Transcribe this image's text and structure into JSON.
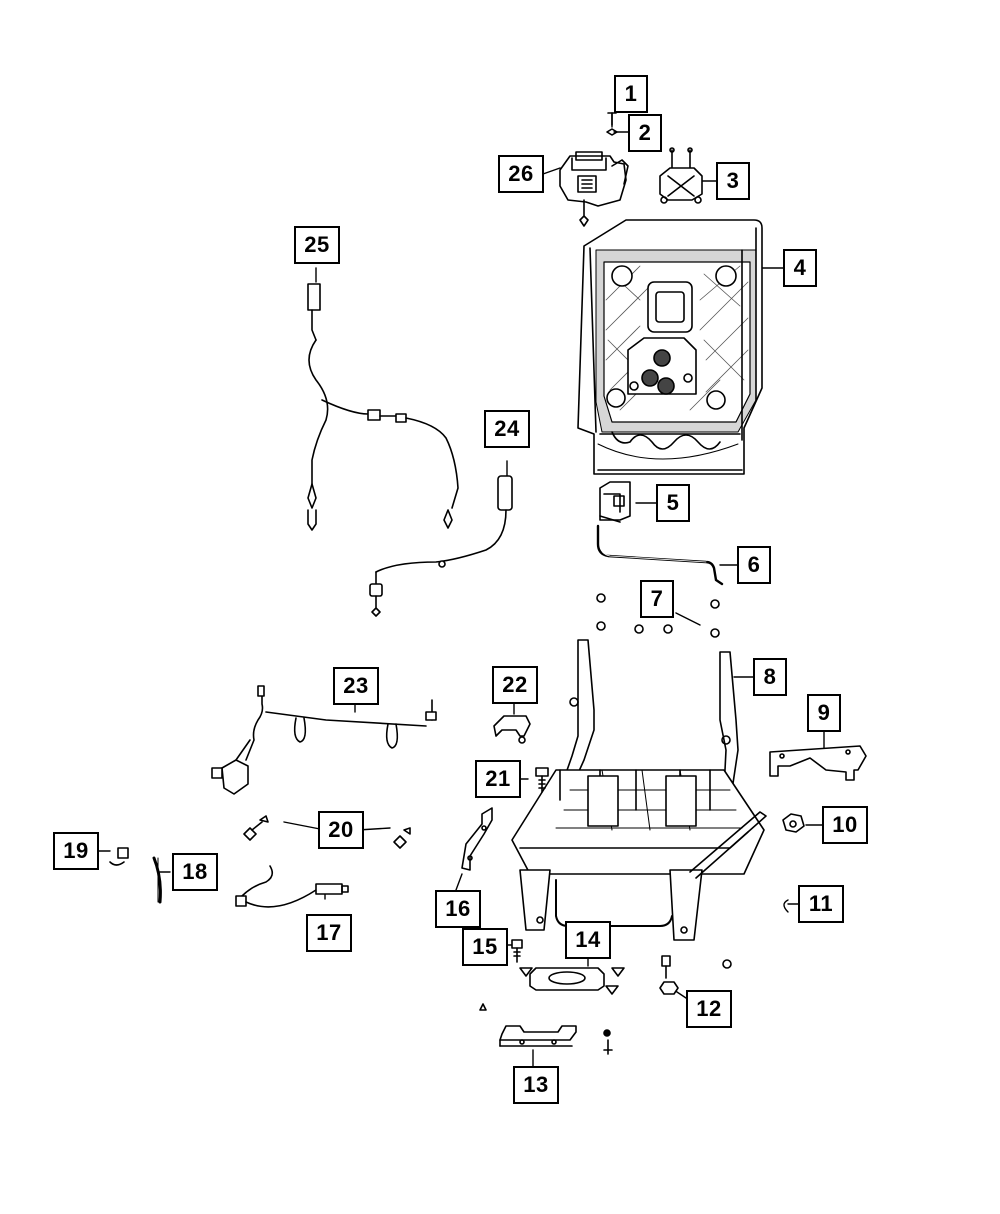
{
  "diagram": {
    "callouts": [
      {
        "id": "c1",
        "label": "1"
      },
      {
        "id": "c2",
        "label": "2"
      },
      {
        "id": "c3",
        "label": "3"
      },
      {
        "id": "c4",
        "label": "4"
      },
      {
        "id": "c5",
        "label": "5"
      },
      {
        "id": "c6",
        "label": "6"
      },
      {
        "id": "c7",
        "label": "7"
      },
      {
        "id": "c8",
        "label": "8"
      },
      {
        "id": "c9",
        "label": "9"
      },
      {
        "id": "c10",
        "label": "10"
      },
      {
        "id": "c11",
        "label": "11"
      },
      {
        "id": "c12",
        "label": "12"
      },
      {
        "id": "c13",
        "label": "13"
      },
      {
        "id": "c14",
        "label": "14"
      },
      {
        "id": "c15",
        "label": "15"
      },
      {
        "id": "c16",
        "label": "16"
      },
      {
        "id": "c17",
        "label": "17"
      },
      {
        "id": "c18",
        "label": "18"
      },
      {
        "id": "c19",
        "label": "19"
      },
      {
        "id": "c20",
        "label": "20"
      },
      {
        "id": "c21",
        "label": "21"
      },
      {
        "id": "c22",
        "label": "22"
      },
      {
        "id": "c23",
        "label": "23"
      },
      {
        "id": "c24",
        "label": "24"
      },
      {
        "id": "c25",
        "label": "25"
      },
      {
        "id": "c26",
        "label": "26"
      }
    ],
    "colors": {
      "ink": "#000000",
      "background": "#ffffff",
      "shade": "#bfbfbf"
    }
  }
}
